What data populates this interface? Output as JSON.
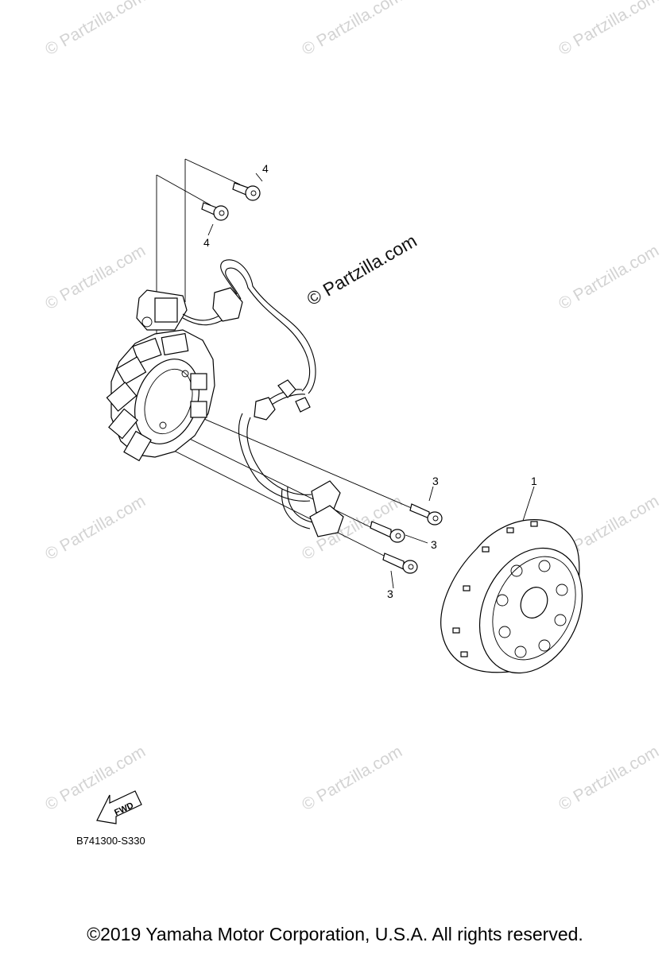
{
  "watermark": {
    "text": "© Partzilla.com"
  },
  "center_watermark": {
    "text": "© Partzilla.com"
  },
  "callouts": {
    "flywheel": "1",
    "bolt_a": "3",
    "bolt_b": "3",
    "bolt_c": "3",
    "screw_a": "4",
    "screw_b": "4"
  },
  "forward_label": "FWD",
  "part_code": "B741300-S330",
  "copyright": "©2019 Yamaha Motor Corporation, U.S.A. All rights reserved.",
  "colors": {
    "line": "#000000",
    "watermark": "#d3d3d3",
    "background": "#ffffff"
  }
}
